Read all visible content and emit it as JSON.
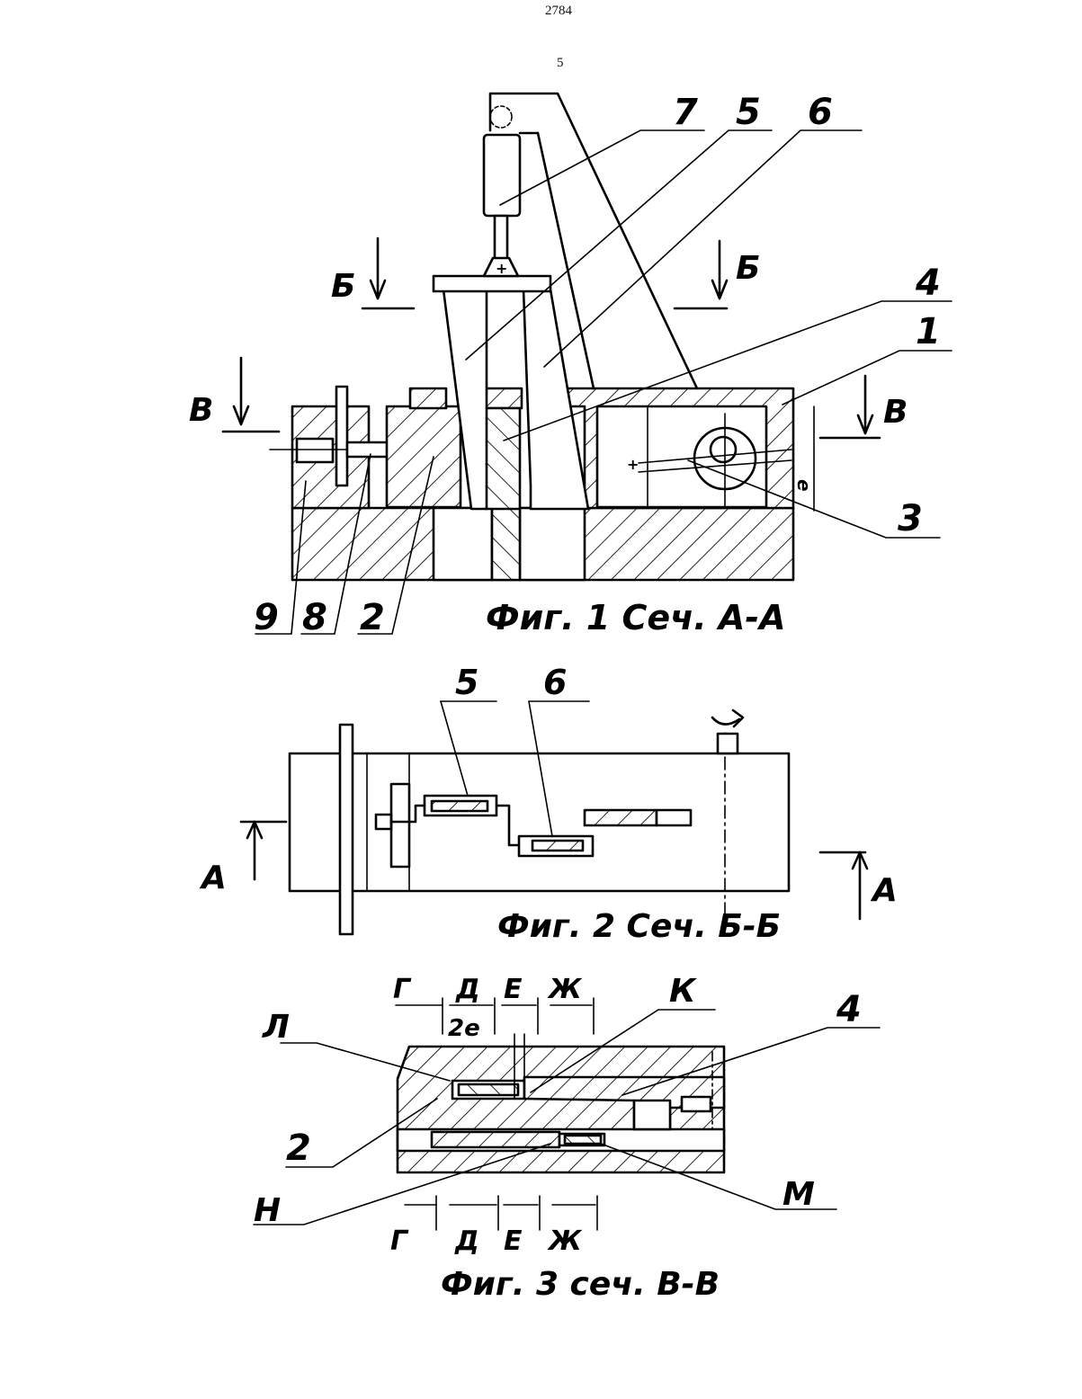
{
  "header": {
    "doc_number": "2784",
    "page_number": "5"
  },
  "fig1": {
    "caption": "Фиг. 1   Сеч. А-А",
    "section_mark_b": "Б",
    "section_mark_v": "В",
    "dim_e": "е",
    "callouts": [
      "7",
      "5",
      "6",
      "4",
      "1",
      "3",
      "9",
      "8",
      "2"
    ]
  },
  "fig2": {
    "caption": "Фиг. 2  Сеч. Б-Б",
    "section_mark_a": "А",
    "callouts": [
      "5",
      "6"
    ]
  },
  "fig3": {
    "caption": "Фиг. 3    сеч. В-В",
    "dim_2e": "2е",
    "zones": [
      "Г",
      "Д",
      "Е",
      "Ж"
    ],
    "callouts": [
      "Л",
      "К",
      "4",
      "2",
      "Н",
      "М"
    ]
  }
}
